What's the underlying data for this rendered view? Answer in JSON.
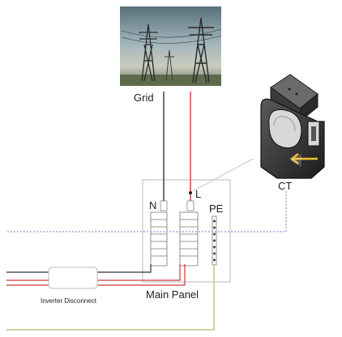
{
  "labels": {
    "grid": "Grid",
    "ct": "CT",
    "neutral": "N",
    "line": "L",
    "pe": "PE",
    "main_panel": "Main Panel",
    "inverter_disconnect": "Inverter Disconnect"
  },
  "colors": {
    "wire_black": "#333333",
    "wire_red": "#d03a3a",
    "wire_earth": "#a8c060",
    "ct_link": "#8a9bd0",
    "panel_outline": "#bbbbbb",
    "ct_body": "#2a2a2a",
    "arrow": "#f0c030"
  },
  "icons": {
    "grid_photo": "transmission-towers-photo",
    "ct_clamp": "split-core-current-transformer-icon",
    "arrow": "current-direction-arrow-icon"
  }
}
